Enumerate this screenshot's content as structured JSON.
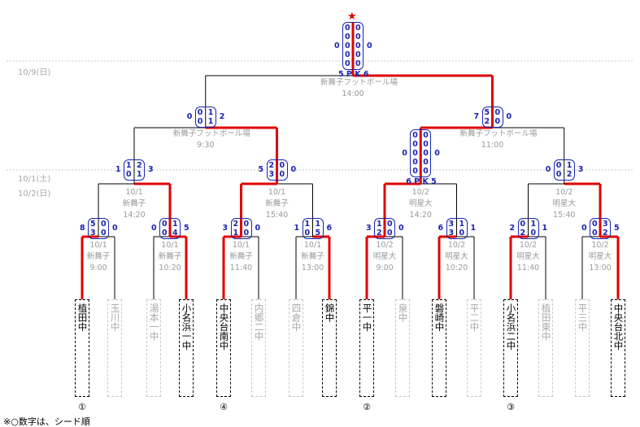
{
  "dates": {
    "final_day": "10/9(日)",
    "day1": "10/1(土)",
    "day2": "10/2(日)"
  },
  "final": {
    "venue": "新舞子フットボール場",
    "time": "14:00",
    "pk_left": "5",
    "pk_label": "P K",
    "pk_right": "6",
    "left_total": "0",
    "right_total": "0",
    "periods_left": [
      "0",
      "0",
      "0",
      "0",
      "0"
    ],
    "periods_right": [
      "0",
      "0",
      "0",
      "0",
      "0"
    ]
  },
  "semis": [
    {
      "venue": "新舞子フットボール場",
      "time": "9:30",
      "left_total": "0",
      "right_total": "2",
      "periods_left": [
        "0",
        "0"
      ],
      "periods_right": [
        "1",
        "1"
      ]
    },
    {
      "venue": "新舞子フットボール場",
      "time": "11:00",
      "left_total": "7",
      "right_total": "0",
      "periods_left": [
        "5",
        "2"
      ],
      "periods_right": [
        "0",
        "0"
      ]
    }
  ],
  "quarters": [
    {
      "date": "10/1",
      "venue": "新舞子",
      "time": "14:20",
      "left_total": "1",
      "right_total": "3",
      "periods_left": [
        "1",
        "0"
      ],
      "periods_right": [
        "2",
        "1"
      ]
    },
    {
      "date": "10/1",
      "venue": "新舞子",
      "time": "15:40",
      "left_total": "5",
      "right_total": "0",
      "periods_left": [
        "2",
        "3"
      ],
      "periods_right": [
        "0",
        "0"
      ]
    },
    {
      "date": "10/2",
      "venue": "明星大",
      "time": "14:20",
      "left_total": "0",
      "right_total": "0",
      "periods_left": [
        "0",
        "0",
        "0",
        "0",
        "0"
      ],
      "periods_right": [
        "0",
        "0",
        "0",
        "0",
        "0"
      ],
      "pk_left": "6",
      "pk_label": "P K",
      "pk_right": "5"
    },
    {
      "date": "10/2",
      "venue": "明星大",
      "time": "15:40",
      "left_total": "0",
      "right_total": "3",
      "periods_left": [
        "0",
        "0"
      ],
      "periods_right": [
        "1",
        "2"
      ]
    }
  ],
  "first_round": [
    {
      "date": "10/1",
      "venue": "新舞子",
      "time": "9:00",
      "left_total": "8",
      "right_total": "0",
      "periods_left": [
        "5",
        "3"
      ],
      "periods_right": [
        "0",
        "0"
      ]
    },
    {
      "date": "10/1",
      "venue": "新舞子",
      "time": "10:20",
      "left_total": "0",
      "right_total": "5",
      "periods_left": [
        "0",
        "0"
      ],
      "periods_right": [
        "1",
        "4"
      ]
    },
    {
      "date": "10/1",
      "venue": "新舞子",
      "time": "11:40",
      "left_total": "3",
      "right_total": "0",
      "periods_left": [
        "2",
        "1"
      ],
      "periods_right": [
        "0",
        "0"
      ]
    },
    {
      "date": "10/1",
      "venue": "新舞子",
      "time": "13:00",
      "left_total": "1",
      "right_total": "6",
      "periods_left": [
        "1",
        "0"
      ],
      "periods_right": [
        "1",
        "5"
      ]
    },
    {
      "date": "10/2",
      "venue": "明星大",
      "time": "9:00",
      "left_total": "3",
      "right_total": "0",
      "periods_left": [
        "1",
        "2"
      ],
      "periods_right": [
        "0",
        "0"
      ]
    },
    {
      "date": "10/2",
      "venue": "明星大",
      "time": "10:20",
      "left_total": "6",
      "right_total": "1",
      "periods_left": [
        "3",
        "3"
      ],
      "periods_right": [
        "1",
        "0"
      ]
    },
    {
      "date": "10/2",
      "venue": "明星大",
      "time": "11:40",
      "left_total": "2",
      "right_total": "1",
      "periods_left": [
        "0",
        "2"
      ],
      "periods_right": [
        "1",
        "0"
      ]
    },
    {
      "date": "10/2",
      "venue": "明星大",
      "time": "13:00",
      "left_total": "0",
      "right_total": "5",
      "periods_left": [
        "0",
        "0"
      ],
      "periods_right": [
        "3",
        "2"
      ]
    }
  ],
  "teams": [
    {
      "name": "植田中",
      "seed": "①"
    },
    {
      "name": "玉川中",
      "seed": ""
    },
    {
      "name": "湯本一中",
      "seed": ""
    },
    {
      "name": "小名浜一中",
      "seed": ""
    },
    {
      "name": "中央台南中",
      "seed": "④"
    },
    {
      "name": "内郷二中",
      "seed": ""
    },
    {
      "name": "四倉中",
      "seed": ""
    },
    {
      "name": "錦中",
      "seed": ""
    },
    {
      "name": "平一中",
      "seed": "②"
    },
    {
      "name": "泉中",
      "seed": ""
    },
    {
      "name": "磐崎中",
      "seed": ""
    },
    {
      "name": "平二中",
      "seed": ""
    },
    {
      "name": "小名浜二中",
      "seed": "③"
    },
    {
      "name": "植田東中",
      "seed": ""
    },
    {
      "name": "平三中",
      "seed": ""
    },
    {
      "name": "中央台北中",
      "seed": ""
    }
  ],
  "note": "※○数字は、シード順",
  "colors": {
    "winner_line": "#e00000",
    "loser_line": "#000000",
    "score": "#1a24b0",
    "dim_text": "#a0a0a0"
  }
}
